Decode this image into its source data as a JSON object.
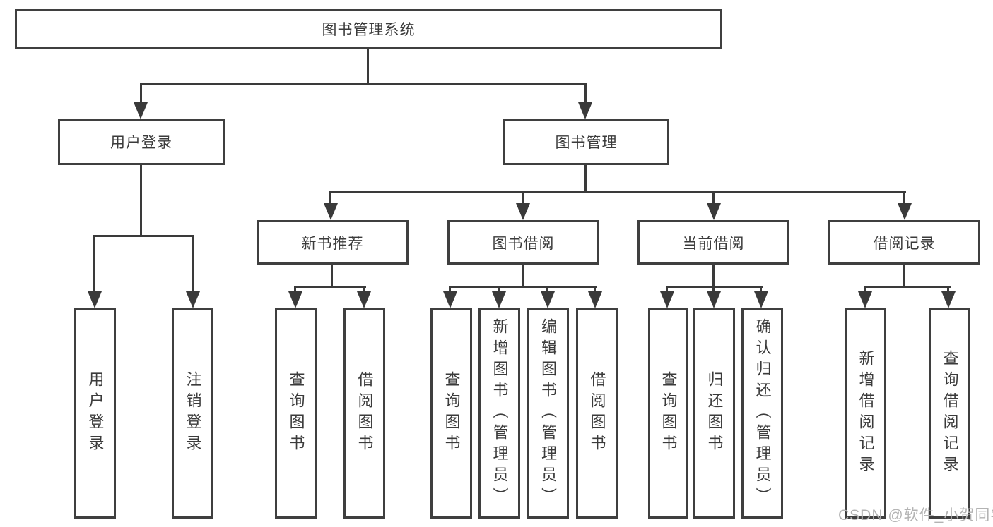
{
  "diagram": {
    "root": "图书管理系统",
    "level2": [
      "用户登录",
      "图书管理"
    ],
    "level3": [
      "新书推荐",
      "图书借阅",
      "当前借阅",
      "借阅记录"
    ],
    "leaves": [
      "用户登录",
      "注销登录",
      "查询图书",
      "借阅图书",
      "查询图书",
      "新增图书（管理员）",
      "编辑图书（管理员）",
      "借阅图书",
      "查询图书",
      "归还图书",
      "确认归还（管理员）",
      "新增借阅记录",
      "查询借阅记录"
    ]
  },
  "watermark": "CSDN @软件_小贺同学",
  "colors": {
    "border": "#3f3f3f",
    "line": "#3a3a3a",
    "text": "#3b3b3b",
    "watermark": "#b3b3b3",
    "background": "#ffffff"
  }
}
